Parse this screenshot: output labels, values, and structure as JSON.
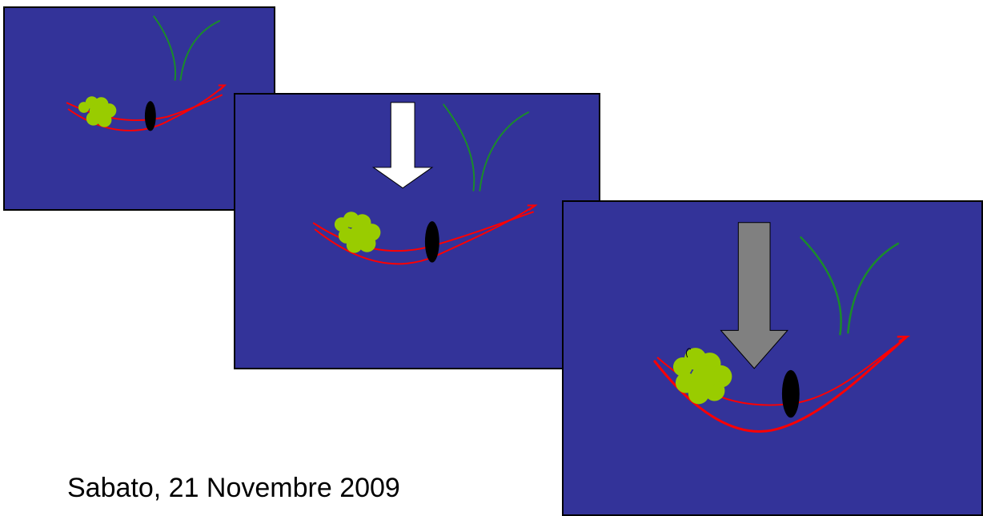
{
  "colors": {
    "background": "#ffffff",
    "panel_fill": "#333399",
    "panel_border": "#000000",
    "vessel": "#ff0000",
    "nerve": "#1a8c2a",
    "mass": "#99cc00",
    "node": "#000000",
    "arrow_small": "#ffffff",
    "arrow_large": "#808080"
  },
  "panels": [
    {
      "name": "panel-1",
      "arrow": "none",
      "arrow_color": ""
    },
    {
      "name": "panel-2",
      "arrow": "down",
      "arrow_color": "#ffffff"
    },
    {
      "name": "panel-3",
      "arrow": "down",
      "arrow_color": "#808080"
    }
  ],
  "caption": "Sabato, 21 Novembre 2009"
}
